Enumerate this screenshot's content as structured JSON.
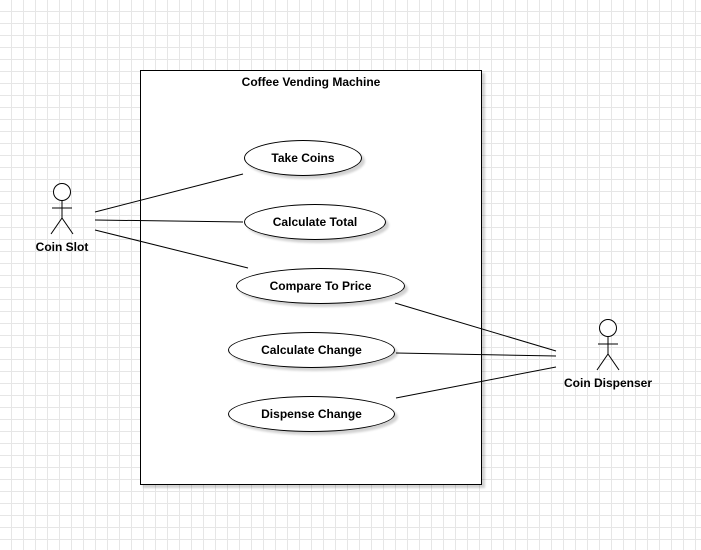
{
  "diagram": {
    "system": {
      "title": "Coffee Vending Machine"
    },
    "use_cases": [
      {
        "id": "take-coins",
        "label": "Take Coins"
      },
      {
        "id": "calculate-total",
        "label": "Calculate Total"
      },
      {
        "id": "compare-to-price",
        "label": "Compare To Price"
      },
      {
        "id": "calculate-change",
        "label": "Calculate Change"
      },
      {
        "id": "dispense-change",
        "label": "Dispense Change"
      }
    ],
    "actors": [
      {
        "id": "coin-slot",
        "label": "Coin Slot"
      },
      {
        "id": "coin-dispenser",
        "label": "Coin Dispenser"
      }
    ],
    "associations": [
      {
        "from": "Coin Slot",
        "to": "Take Coins"
      },
      {
        "from": "Coin Slot",
        "to": "Calculate Total"
      },
      {
        "from": "Coin Slot",
        "to": "Compare To Price"
      },
      {
        "from": "Coin Dispenser",
        "to": "Compare To Price"
      },
      {
        "from": "Coin Dispenser",
        "to": "Calculate Change"
      },
      {
        "from": "Coin Dispenser",
        "to": "Dispense Change"
      }
    ]
  }
}
